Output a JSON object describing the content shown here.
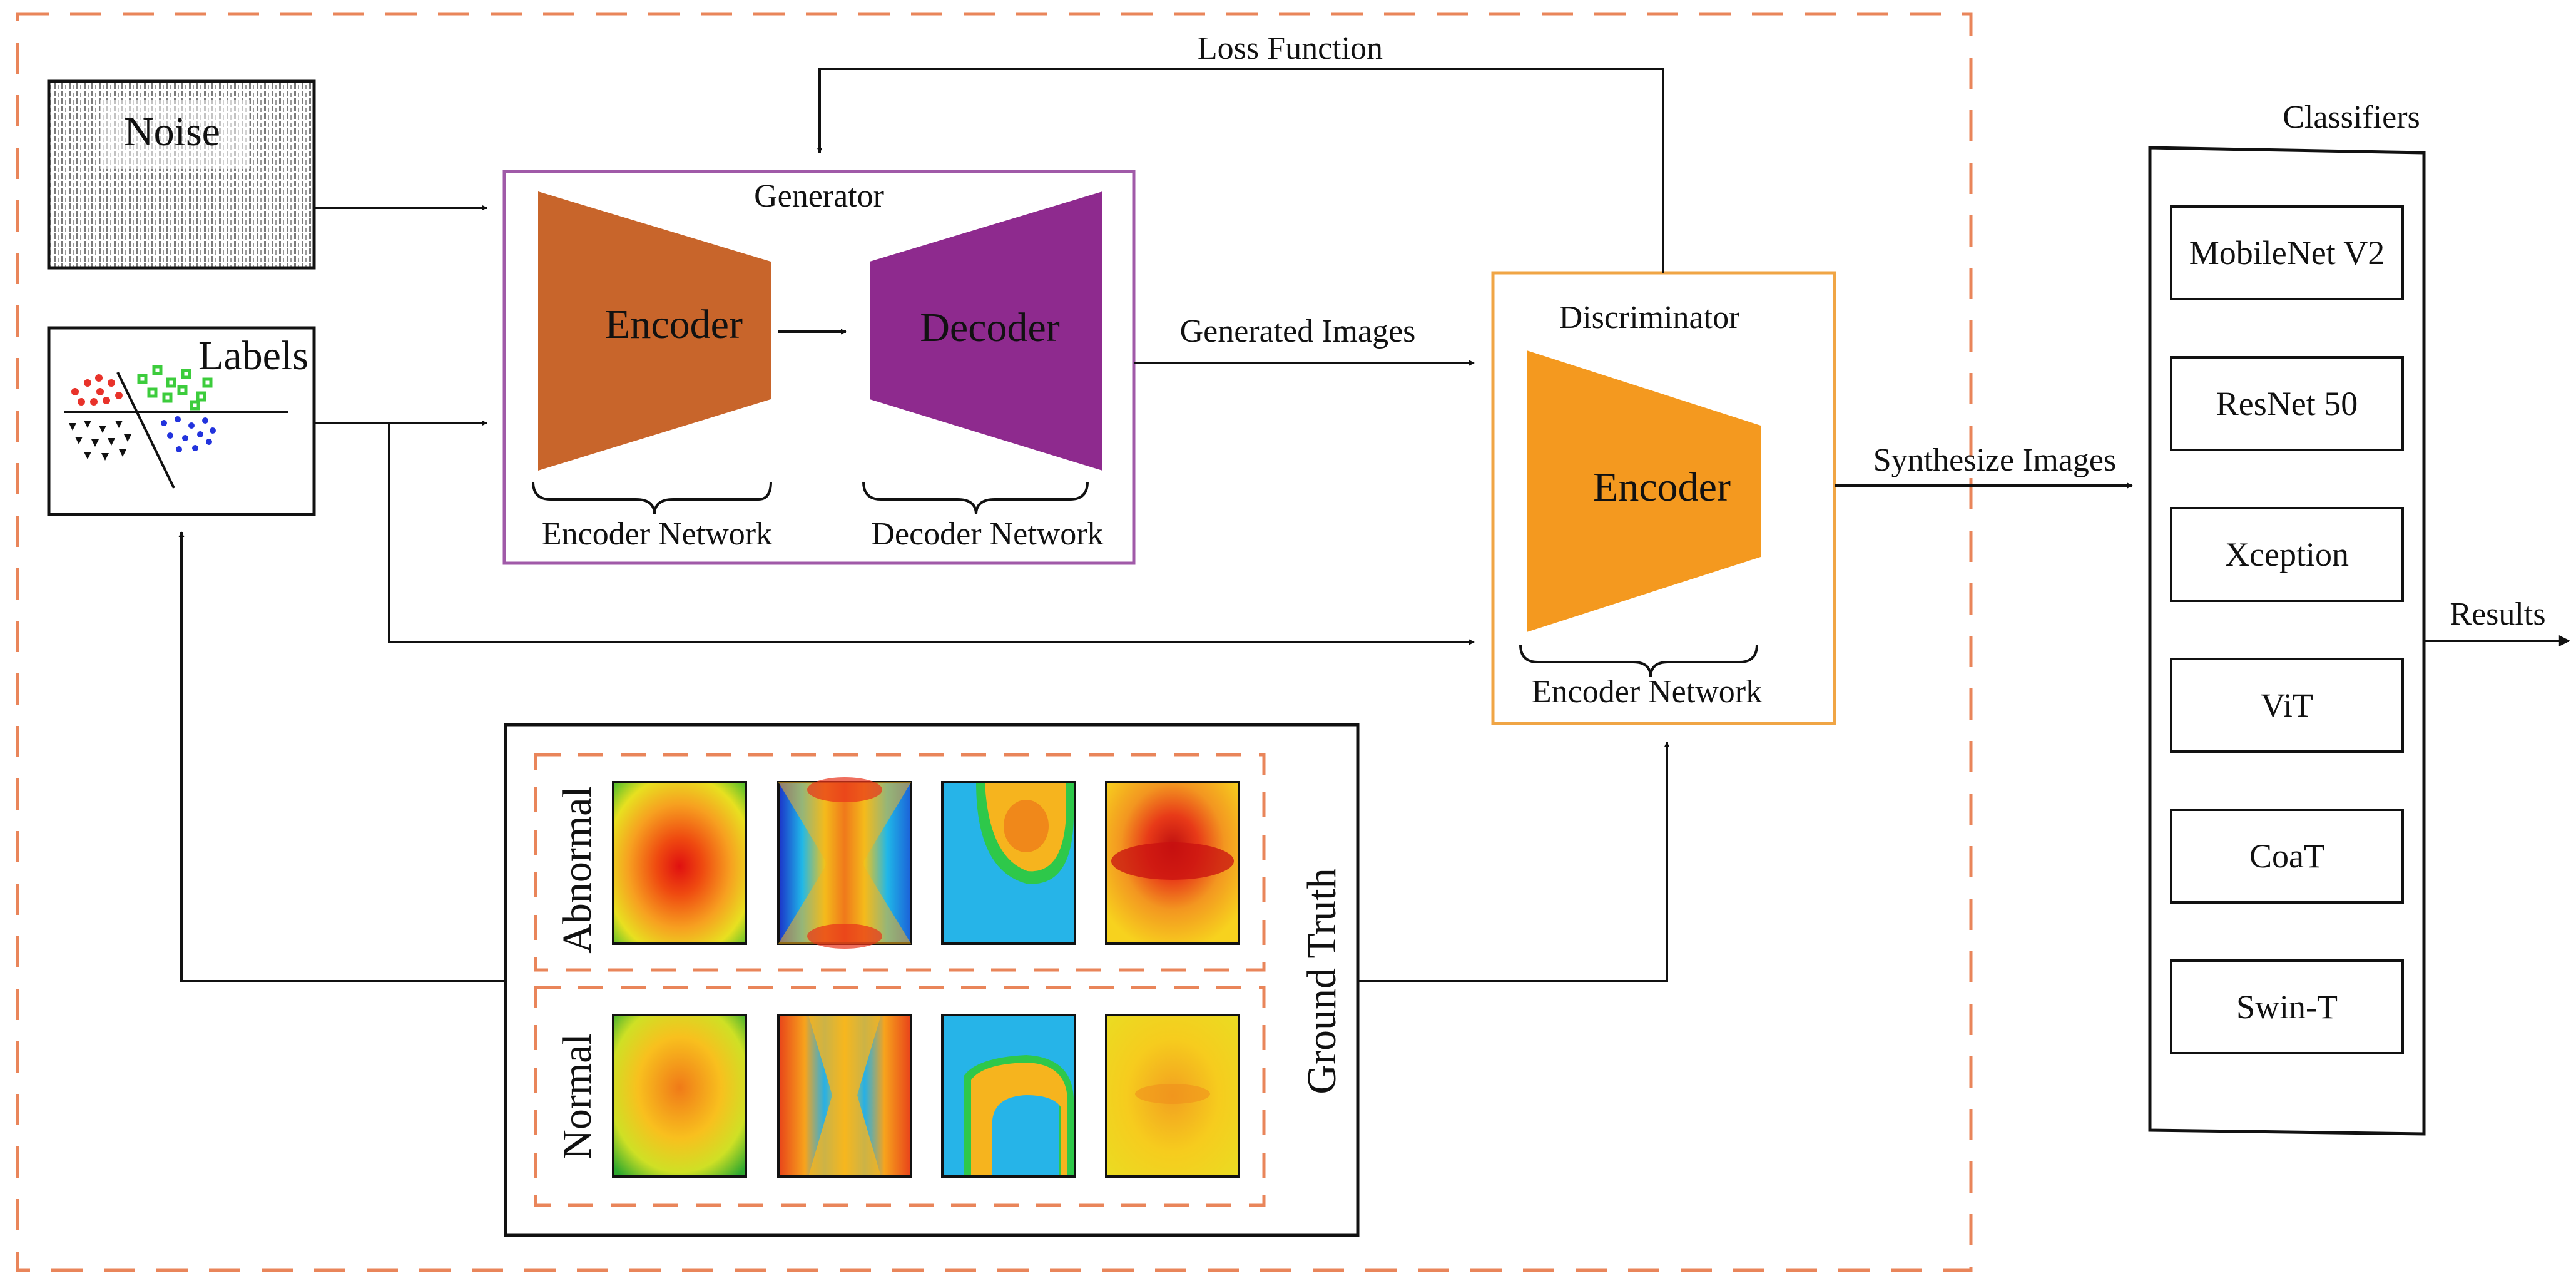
{
  "labels": {
    "noise": "Noise",
    "labels": "Labels",
    "generator": "Generator",
    "encoder": "Encoder",
    "decoder": "Decoder",
    "encoder_network": "Encoder Network",
    "decoder_network": "Decoder Network",
    "loss_function": "Loss Function",
    "generated_images": "Generated Images",
    "discriminator": "Discriminator",
    "disc_encoder": "Encoder",
    "disc_encoder_network": "Encoder Network",
    "synthesize_images": "Synthesize Images",
    "classifiers": "Classifiers",
    "results": "Results",
    "abnormal": "Abnormal",
    "normal": "Normal",
    "ground_truth": "Ground Truth"
  },
  "classifiers": [
    "MobileNet V2",
    "ResNet 50",
    "Xception",
    "ViT",
    "CoaT",
    "Swin-T"
  ],
  "colors": {
    "frame_dashed": "#e9855a",
    "generator_border": "#a05aa8",
    "encoder_fill": "#c8652b",
    "decoder_fill": "#8e2a8e",
    "discriminator_border": "#f0a545",
    "disc_encoder_fill": "#f4991f",
    "label_red": "#e8322a",
    "label_green": "#3ccc3c",
    "label_blue": "#2233dd"
  }
}
